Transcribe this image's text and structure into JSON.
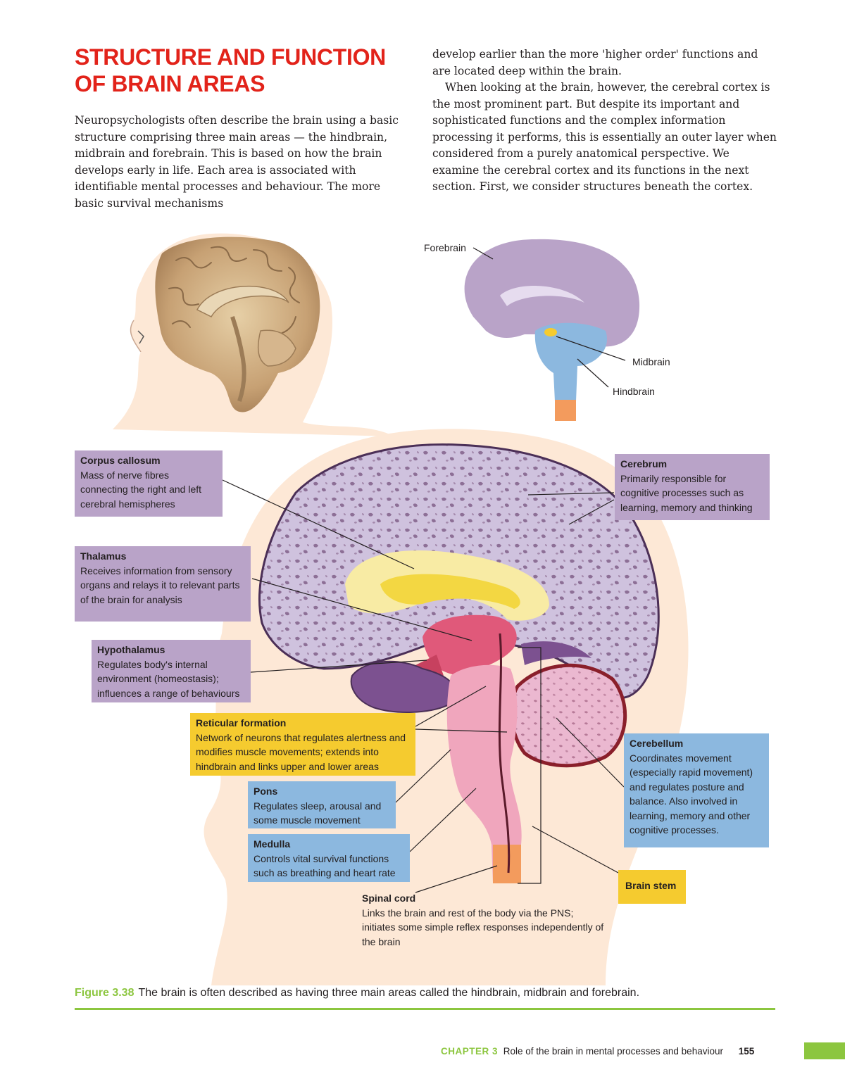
{
  "heading": {
    "line1": "STRUCTURE AND FUNCTION",
    "line2": "OF BRAIN AREAS"
  },
  "column1": "Neuropsychologists often describe the brain using a basic structure comprising three main areas — the hindbrain, midbrain and forebrain. This is based on how the brain develops early in life. Each area is associated with identifiable mental processes and behaviour. The more basic survival mechanisms",
  "column2": {
    "para1": "develop earlier than the more 'higher order' functions and are located deep within the brain.",
    "para2": "When looking at the brain, however, the cerebral cortex is the most prominent part. But despite its important and sophisticated functions and the complex information processing it performs, this is essentially an outer layer when considered from a purely anatomical perspective. We examine the cerebral cortex and its functions in the next section. First, we consider structures beneath the cortex."
  },
  "small_diagram": {
    "forebrain": "Forebrain",
    "midbrain": "Midbrain",
    "hindbrain": "Hindbrain"
  },
  "labels": {
    "corpus_callosum": {
      "title": "Corpus callosum",
      "desc": "Mass of nerve fibres connecting the right and left cerebral hemispheres"
    },
    "thalamus": {
      "title": "Thalamus",
      "desc": "Receives information from sensory organs and relays it to relevant parts of the brain for analysis"
    },
    "hypothalamus": {
      "title": "Hypothalamus",
      "desc": "Regulates body's internal environment (homeostasis); influences a range of behaviours"
    },
    "reticular_formation": {
      "title": "Reticular formation",
      "desc": "Network of neurons that regulates alertness and modifies muscle movements; extends into hindbrain and links upper and lower areas"
    },
    "pons": {
      "title": "Pons",
      "desc": "Regulates sleep, arousal and some muscle movement"
    },
    "medulla": {
      "title": "Medulla",
      "desc": "Controls vital survival functions such as breathing and heart rate"
    },
    "spinal_cord": {
      "title": "Spinal cord",
      "desc": "Links the brain and rest of the body via the PNS; initiates some simple reflex responses independently of the brain"
    },
    "cerebrum": {
      "title": "Cerebrum",
      "desc": "Primarily responsible for cognitive processes such as learning, memory and thinking"
    },
    "cerebellum": {
      "title": "Cerebellum",
      "desc": "Coordinates movement (especially rapid movement) and regulates posture and balance. Also involved in learning, memory and other cognitive processes."
    },
    "brain_stem": {
      "title": "Brain stem"
    }
  },
  "caption": {
    "figure": "Figure 3.38",
    "text": "The brain is often described as having three main areas called the hindbrain, midbrain and forebrain."
  },
  "footer": {
    "chapter": "CHAPTER 3",
    "title": "Role of the brain in mental processes and behaviour",
    "page": "155"
  },
  "colors": {
    "heading": "#e2231a",
    "accent": "#8cc63f",
    "purple_box": "#b9a3c8",
    "yellow_box": "#f5cb2f",
    "blue_box": "#8cb8df"
  }
}
